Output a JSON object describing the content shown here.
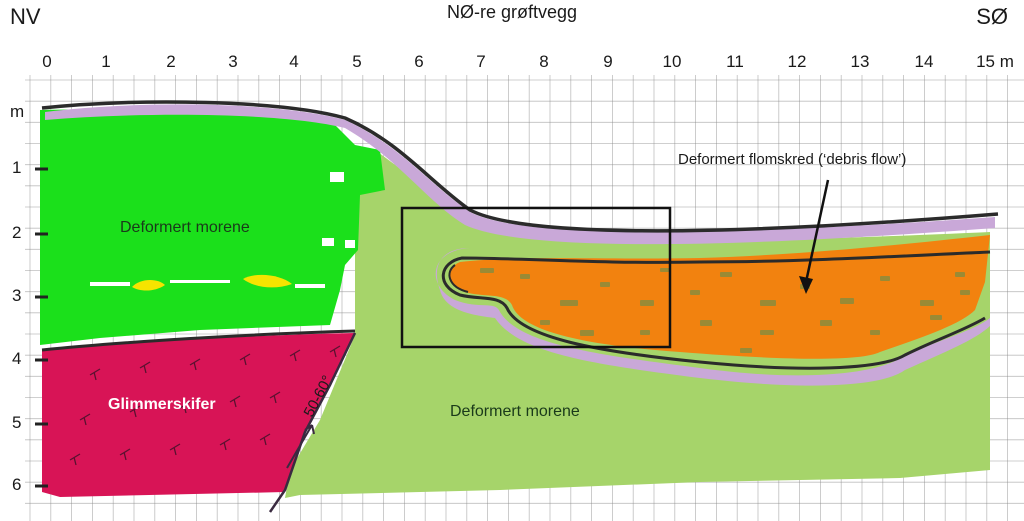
{
  "header": {
    "left_corner": "NV",
    "title": "NØ-re grøftvegg",
    "right_corner": "SØ"
  },
  "axes": {
    "x_ticks": [
      "0",
      "1",
      "2",
      "3",
      "4",
      "5",
      "6",
      "7",
      "8",
      "9",
      "10",
      "11",
      "12",
      "13",
      "14",
      "15 m"
    ],
    "y_unit": "m",
    "y_ticks": [
      "1",
      "2",
      "3",
      "4",
      "5",
      "6"
    ]
  },
  "labels": {
    "upper_moraine": "Deformert morene",
    "lower_moraine": "Deformert morene",
    "schist": "Glimmerskifer",
    "angle": "50-60°",
    "debris_flow": "Deformert flomskred (‘debris flow’)"
  },
  "colors": {
    "bright_moraine": "#1be01b",
    "moraine": "#a6d46a",
    "schist": "#d81456",
    "debris_flow": "#f2820f",
    "clast": "#9a8a35",
    "lilac_layer": "#c9a8d8",
    "grid": "#8a8a8a"
  }
}
